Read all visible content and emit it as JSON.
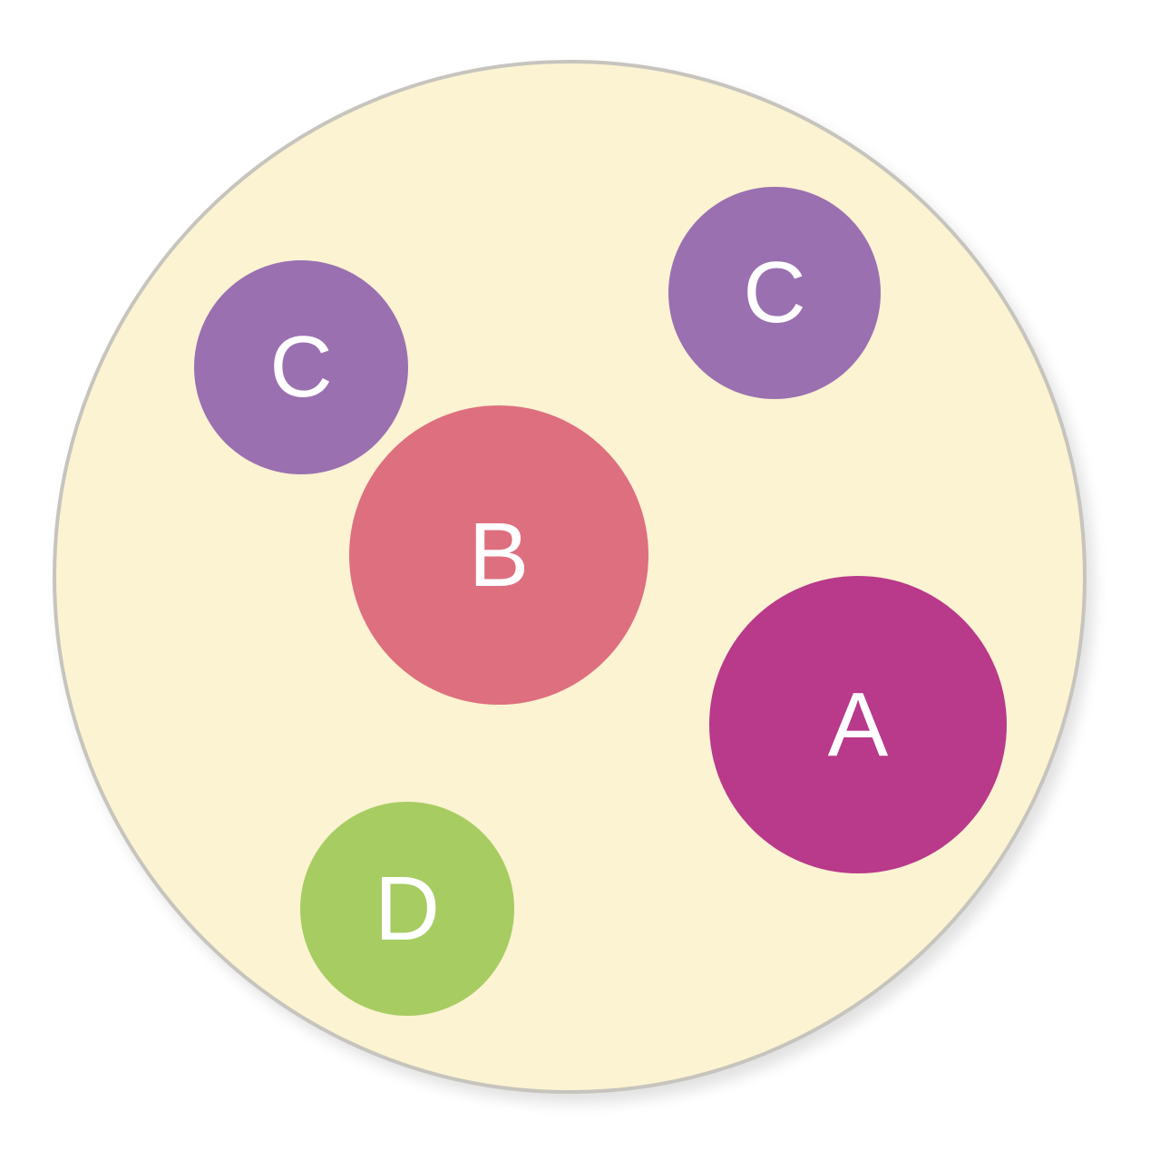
{
  "diagram": {
    "dish_color": "#fbf3d2",
    "border_color": "#c6c4bd",
    "circles": [
      {
        "label": "C",
        "color": "#9a70b1"
      },
      {
        "label": "C",
        "color": "#9a70b1"
      },
      {
        "label": "B",
        "color": "#de6f7f"
      },
      {
        "label": "A",
        "color": "#b9398b"
      },
      {
        "label": "D",
        "color": "#a7cc61"
      }
    ]
  }
}
